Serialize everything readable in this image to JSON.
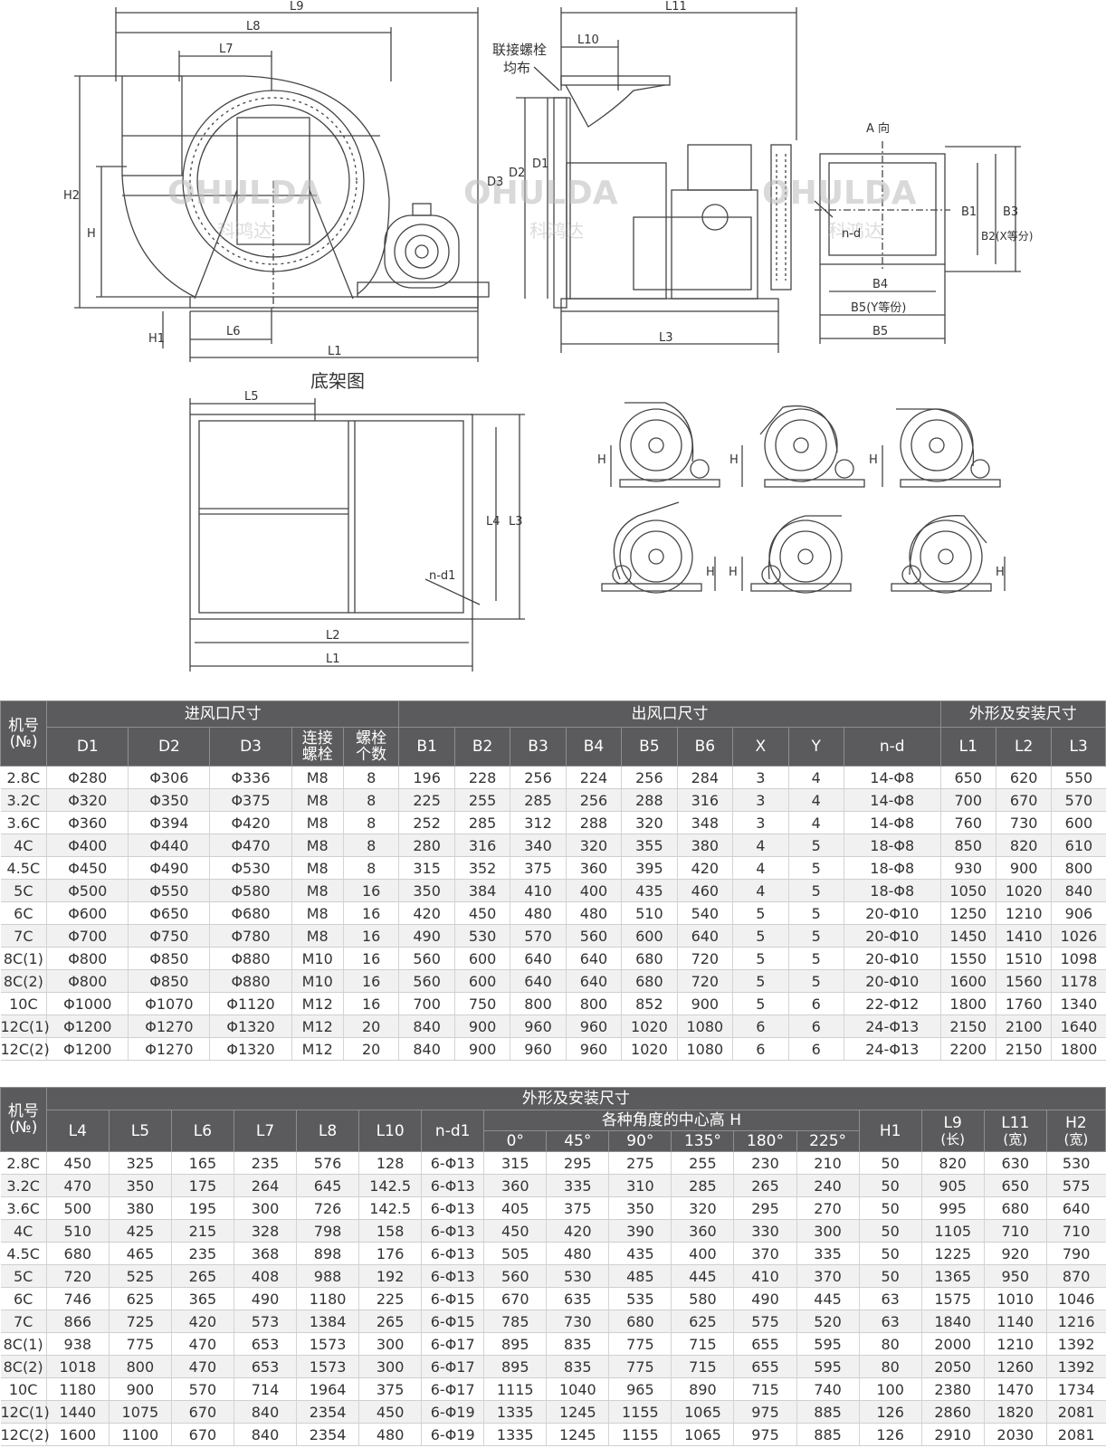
{
  "drawing": {
    "front_dims": [
      "L9",
      "L8",
      "L7",
      "H2",
      "H",
      "H1",
      "L6",
      "L1"
    ],
    "side_dims": [
      "L11",
      "L10",
      "D3",
      "D2",
      "D1",
      "L3"
    ],
    "bolt_note": [
      "联接螺栓",
      "均布"
    ],
    "outlet_dims": [
      "A 向",
      "B1",
      "B2(X等分)",
      "B3",
      "n-d",
      "B4",
      "B5(Y等份)",
      "B5"
    ],
    "base_title": "底架图",
    "base_dims": [
      "L5",
      "L4",
      "L3",
      "n-d1",
      "L2",
      "L1"
    ],
    "angle_label": "H",
    "watermark": "OHULDA",
    "watermark_cn": "科鸿达"
  },
  "table1": {
    "header_machine": [
      "机号",
      "(№)"
    ],
    "group_inlet": "进风口尺寸",
    "group_outlet": "出风口尺寸",
    "group_overall": "外形及安装尺寸",
    "columns": [
      "D1",
      "D2",
      "D3",
      "连接螺栓",
      "螺栓个数",
      "B1",
      "B2",
      "B3",
      "B4",
      "B5",
      "B6",
      "X",
      "Y",
      "n-d",
      "L1",
      "L2",
      "L3"
    ],
    "rows": [
      [
        "2.8C",
        "Φ280",
        "Φ306",
        "Φ336",
        "M8",
        "8",
        "196",
        "228",
        "256",
        "224",
        "256",
        "284",
        "3",
        "4",
        "14-Φ8",
        "650",
        "620",
        "550"
      ],
      [
        "3.2C",
        "Φ320",
        "Φ350",
        "Φ375",
        "M8",
        "8",
        "225",
        "255",
        "285",
        "256",
        "288",
        "316",
        "3",
        "4",
        "14-Φ8",
        "700",
        "670",
        "570"
      ],
      [
        "3.6C",
        "Φ360",
        "Φ394",
        "Φ420",
        "M8",
        "8",
        "252",
        "285",
        "312",
        "288",
        "320",
        "348",
        "3",
        "4",
        "14-Φ8",
        "760",
        "730",
        "600"
      ],
      [
        "4C",
        "Φ400",
        "Φ440",
        "Φ470",
        "M8",
        "8",
        "280",
        "316",
        "340",
        "320",
        "355",
        "380",
        "4",
        "5",
        "18-Φ8",
        "850",
        "820",
        "610"
      ],
      [
        "4.5C",
        "Φ450",
        "Φ490",
        "Φ530",
        "M8",
        "8",
        "315",
        "352",
        "375",
        "360",
        "395",
        "420",
        "4",
        "5",
        "18-Φ8",
        "930",
        "900",
        "800"
      ],
      [
        "5C",
        "Φ500",
        "Φ550",
        "Φ580",
        "M8",
        "16",
        "350",
        "384",
        "410",
        "400",
        "435",
        "460",
        "4",
        "5",
        "18-Φ8",
        "1050",
        "1020",
        "840"
      ],
      [
        "6C",
        "Φ600",
        "Φ650",
        "Φ680",
        "M8",
        "16",
        "420",
        "450",
        "480",
        "480",
        "510",
        "540",
        "5",
        "5",
        "20-Φ10",
        "1250",
        "1210",
        "906"
      ],
      [
        "7C",
        "Φ700",
        "Φ750",
        "Φ780",
        "M8",
        "16",
        "490",
        "530",
        "570",
        "560",
        "600",
        "640",
        "5",
        "5",
        "20-Φ10",
        "1450",
        "1410",
        "1026"
      ],
      [
        "8C(1)",
        "Φ800",
        "Φ850",
        "Φ880",
        "M10",
        "16",
        "560",
        "600",
        "640",
        "640",
        "680",
        "720",
        "5",
        "5",
        "20-Φ10",
        "1550",
        "1510",
        "1098"
      ],
      [
        "8C(2)",
        "Φ800",
        "Φ850",
        "Φ880",
        "M10",
        "16",
        "560",
        "600",
        "640",
        "640",
        "680",
        "720",
        "5",
        "5",
        "20-Φ10",
        "1600",
        "1560",
        "1178"
      ],
      [
        "10C",
        "Φ1000",
        "Φ1070",
        "Φ1120",
        "M12",
        "16",
        "700",
        "750",
        "800",
        "800",
        "852",
        "900",
        "5",
        "6",
        "22-Φ12",
        "1800",
        "1760",
        "1340"
      ],
      [
        "12C(1)",
        "Φ1200",
        "Φ1270",
        "Φ1320",
        "M12",
        "20",
        "840",
        "900",
        "960",
        "960",
        "1020",
        "1080",
        "6",
        "6",
        "24-Φ13",
        "2150",
        "2100",
        "1640"
      ],
      [
        "12C(2)",
        "Φ1200",
        "Φ1270",
        "Φ1320",
        "M12",
        "20",
        "840",
        "900",
        "960",
        "960",
        "1020",
        "1080",
        "6",
        "6",
        "24-Φ13",
        "2200",
        "2150",
        "1800"
      ]
    ]
  },
  "table2": {
    "header_machine": [
      "机号",
      "(№)"
    ],
    "group_overall": "外形及安装尺寸",
    "group_center": "各种角度的中心高 H",
    "columns_left": [
      "L4",
      "L5",
      "L6",
      "L7",
      "L8",
      "L10",
      "n-d1"
    ],
    "angles": [
      "0°",
      "45°",
      "90°",
      "135°",
      "180°",
      "225°"
    ],
    "col_h1": "H1",
    "col_l9": [
      "L9",
      "(长)"
    ],
    "col_l11": [
      "L11",
      "(宽)"
    ],
    "col_h2": [
      "H2",
      "(宽)"
    ],
    "rows": [
      [
        "2.8C",
        "450",
        "325",
        "165",
        "235",
        "576",
        "128",
        "6-Φ13",
        "315",
        "295",
        "275",
        "255",
        "230",
        "210",
        "50",
        "820",
        "630",
        "530"
      ],
      [
        "3.2C",
        "470",
        "350",
        "175",
        "264",
        "645",
        "142.5",
        "6-Φ13",
        "360",
        "335",
        "310",
        "285",
        "265",
        "240",
        "50",
        "905",
        "650",
        "575"
      ],
      [
        "3.6C",
        "500",
        "380",
        "195",
        "300",
        "726",
        "142.5",
        "6-Φ13",
        "405",
        "375",
        "350",
        "320",
        "295",
        "270",
        "50",
        "995",
        "680",
        "640"
      ],
      [
        "4C",
        "510",
        "425",
        "215",
        "328",
        "798",
        "158",
        "6-Φ13",
        "450",
        "420",
        "390",
        "360",
        "330",
        "300",
        "50",
        "1105",
        "710",
        "710"
      ],
      [
        "4.5C",
        "680",
        "465",
        "235",
        "368",
        "898",
        "176",
        "6-Φ13",
        "505",
        "480",
        "435",
        "400",
        "370",
        "335",
        "50",
        "1225",
        "920",
        "790"
      ],
      [
        "5C",
        "720",
        "525",
        "265",
        "408",
        "988",
        "192",
        "6-Φ13",
        "560",
        "530",
        "485",
        "445",
        "410",
        "370",
        "50",
        "1365",
        "950",
        "870"
      ],
      [
        "6C",
        "746",
        "625",
        "365",
        "490",
        "1180",
        "225",
        "6-Φ15",
        "670",
        "635",
        "535",
        "580",
        "490",
        "445",
        "63",
        "1575",
        "1010",
        "1046"
      ],
      [
        "7C",
        "866",
        "725",
        "420",
        "573",
        "1384",
        "265",
        "6-Φ15",
        "785",
        "730",
        "680",
        "625",
        "575",
        "520",
        "63",
        "1840",
        "1140",
        "1216"
      ],
      [
        "8C(1)",
        "938",
        "775",
        "470",
        "653",
        "1573",
        "300",
        "6-Φ17",
        "895",
        "835",
        "775",
        "715",
        "655",
        "595",
        "80",
        "2000",
        "1210",
        "1392"
      ],
      [
        "8C(2)",
        "1018",
        "800",
        "470",
        "653",
        "1573",
        "300",
        "6-Φ17",
        "895",
        "835",
        "775",
        "715",
        "655",
        "595",
        "80",
        "2050",
        "1260",
        "1392"
      ],
      [
        "10C",
        "1180",
        "900",
        "570",
        "714",
        "1964",
        "375",
        "6-Φ17",
        "1115",
        "1040",
        "965",
        "890",
        "715",
        "740",
        "100",
        "2380",
        "1470",
        "1734"
      ],
      [
        "12C(1)",
        "1440",
        "1075",
        "670",
        "840",
        "2354",
        "450",
        "6-Φ19",
        "1335",
        "1245",
        "1155",
        "1065",
        "975",
        "885",
        "126",
        "2860",
        "1820",
        "2081"
      ],
      [
        "12C(2)",
        "1600",
        "1100",
        "670",
        "840",
        "2354",
        "480",
        "6-Φ19",
        "1335",
        "1245",
        "1155",
        "1065",
        "975",
        "885",
        "126",
        "2910",
        "2030",
        "2081"
      ]
    ]
  }
}
